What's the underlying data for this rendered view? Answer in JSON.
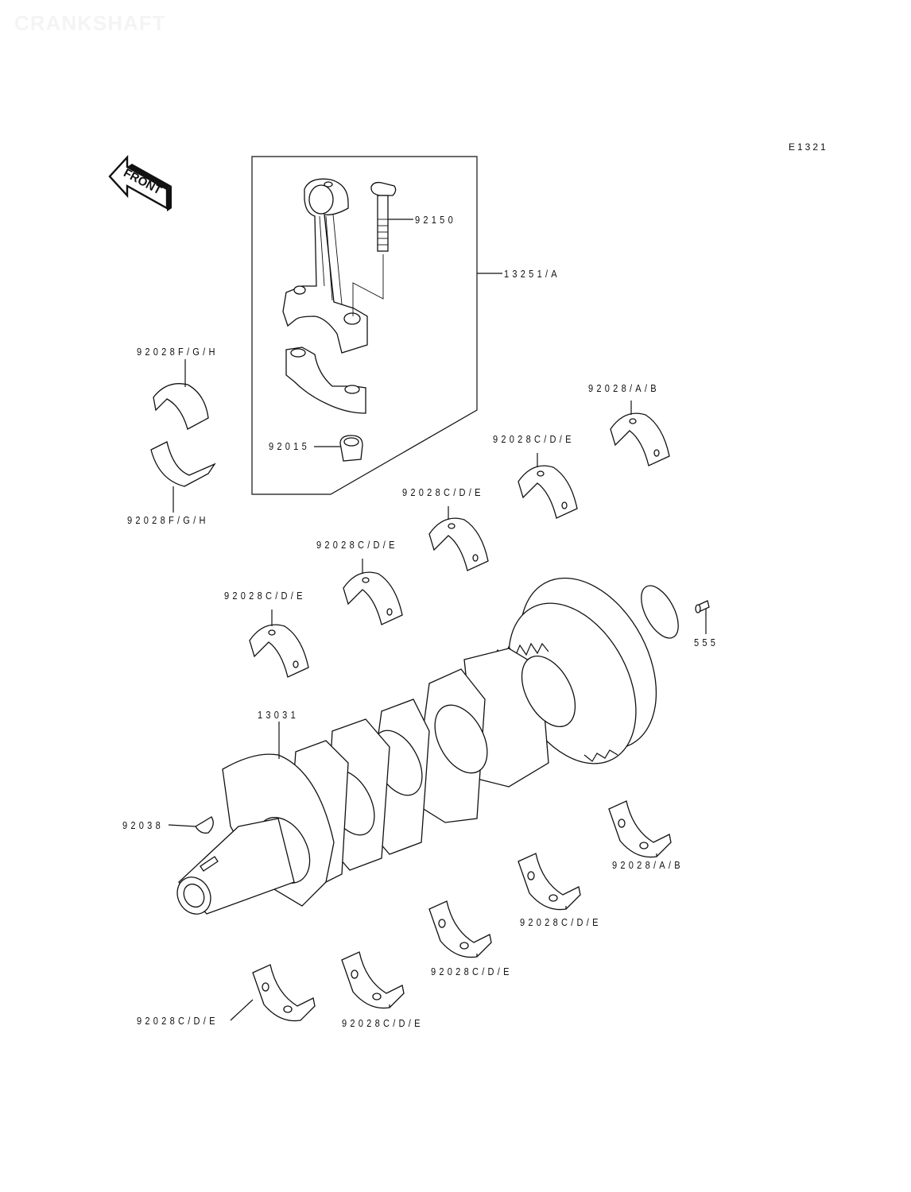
{
  "page": {
    "title": "CRANKSHAFT",
    "diagram_code": "E1321",
    "front_indicator": "FRONT"
  },
  "parts": {
    "conrod_assembly": "13251/A",
    "conrod_bolt": "92150",
    "conrod_nut": "92015",
    "conrod_bearing_upper": "92028F/G/H",
    "conrod_bearing_lower": "92028F/G/H",
    "crankshaft": "13031",
    "woodruff_key": "92038",
    "dowel_pin": "555",
    "main_bearings_upper": [
      "92028/A/B",
      "92028C/D/E",
      "92028C/D/E",
      "92028C/D/E",
      "92028C/D/E"
    ],
    "main_bearings_lower": [
      "92028/A/B",
      "92028C/D/E",
      "92028C/D/E",
      "92028C/D/E",
      "92028C/D/E"
    ]
  }
}
